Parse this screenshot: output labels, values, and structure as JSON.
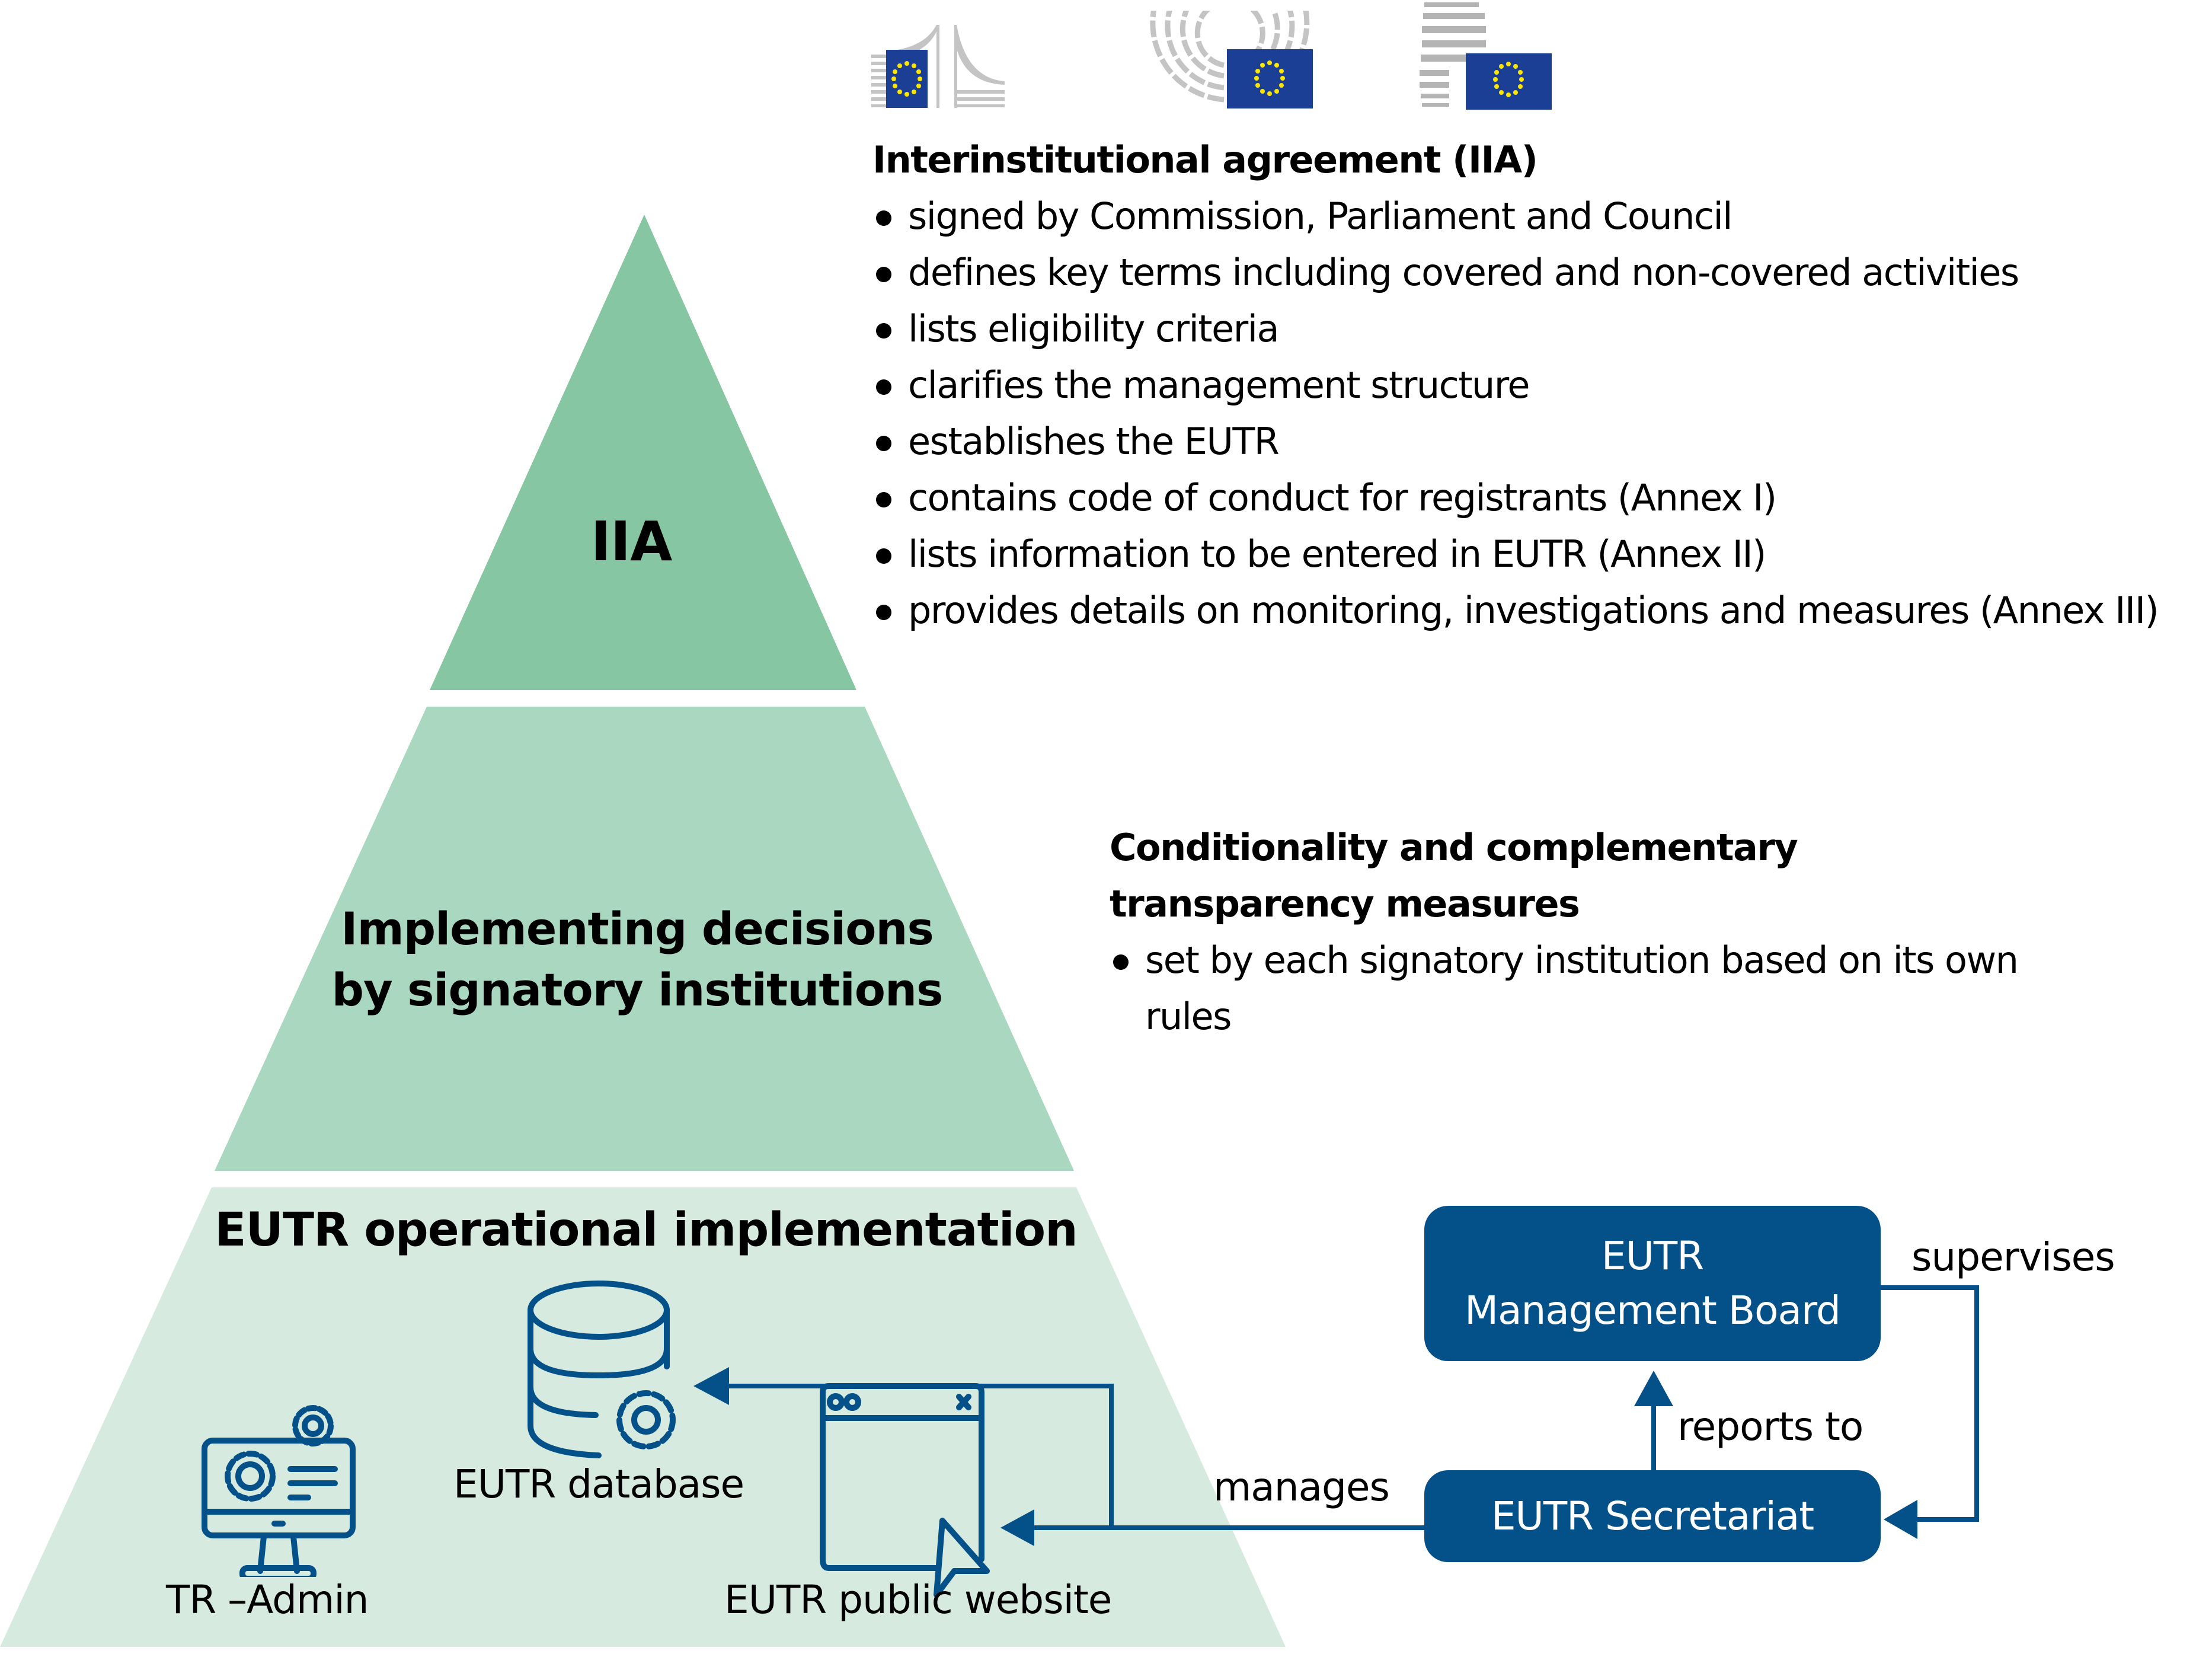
{
  "colors": {
    "tier1": "#86c6a2",
    "tier2": "#aad7c0",
    "tier3": "#d6eadf",
    "navy": "#045189",
    "flag_blue": "#1b3f94",
    "flag_star": "#ffe600",
    "logo_gray": "#c4c4c4"
  },
  "logos": [
    {
      "name": "European Commission",
      "icon": "commission-building-icon"
    },
    {
      "name": "European Parliament",
      "icon": "parliament-hemicycle-icon"
    },
    {
      "name": "Council of the EU",
      "icon": "council-building-icon"
    }
  ],
  "pyramid": {
    "tier1_label": "IIA",
    "tier2_label_line1": "Implementing decisions",
    "tier2_label_line2": "by signatory institutions",
    "tier3_label": "EUTR operational implementation"
  },
  "iia_info": {
    "heading": "Interinstitutional agreement (IIA)",
    "items": [
      "signed by Commission, Parliament and Council",
      "defines key terms including covered and non-covered activities",
      "lists eligibility criteria",
      "clarifies the management structure",
      "establishes the EUTR",
      "contains code of conduct for registrants (Annex I)",
      "lists information to be entered in EUTR (Annex II)",
      "provides details on monitoring, investigations and measures (Annex III)"
    ]
  },
  "conditionality_info": {
    "heading_line1": "Conditionality and complementary",
    "heading_line2": "transparency measures",
    "items": [
      "set by each signatory institution based on its own rules"
    ]
  },
  "operational": {
    "tr_admin_label": "TR –Admin",
    "database_label": "EUTR database",
    "website_label": "EUTR public website",
    "board_line1": "EUTR",
    "board_line2": "Management Board",
    "secretariat_label": "EUTR Secretariat",
    "edge_supervises": "supervises",
    "edge_reports_to": "reports to",
    "edge_manages": "manages"
  }
}
